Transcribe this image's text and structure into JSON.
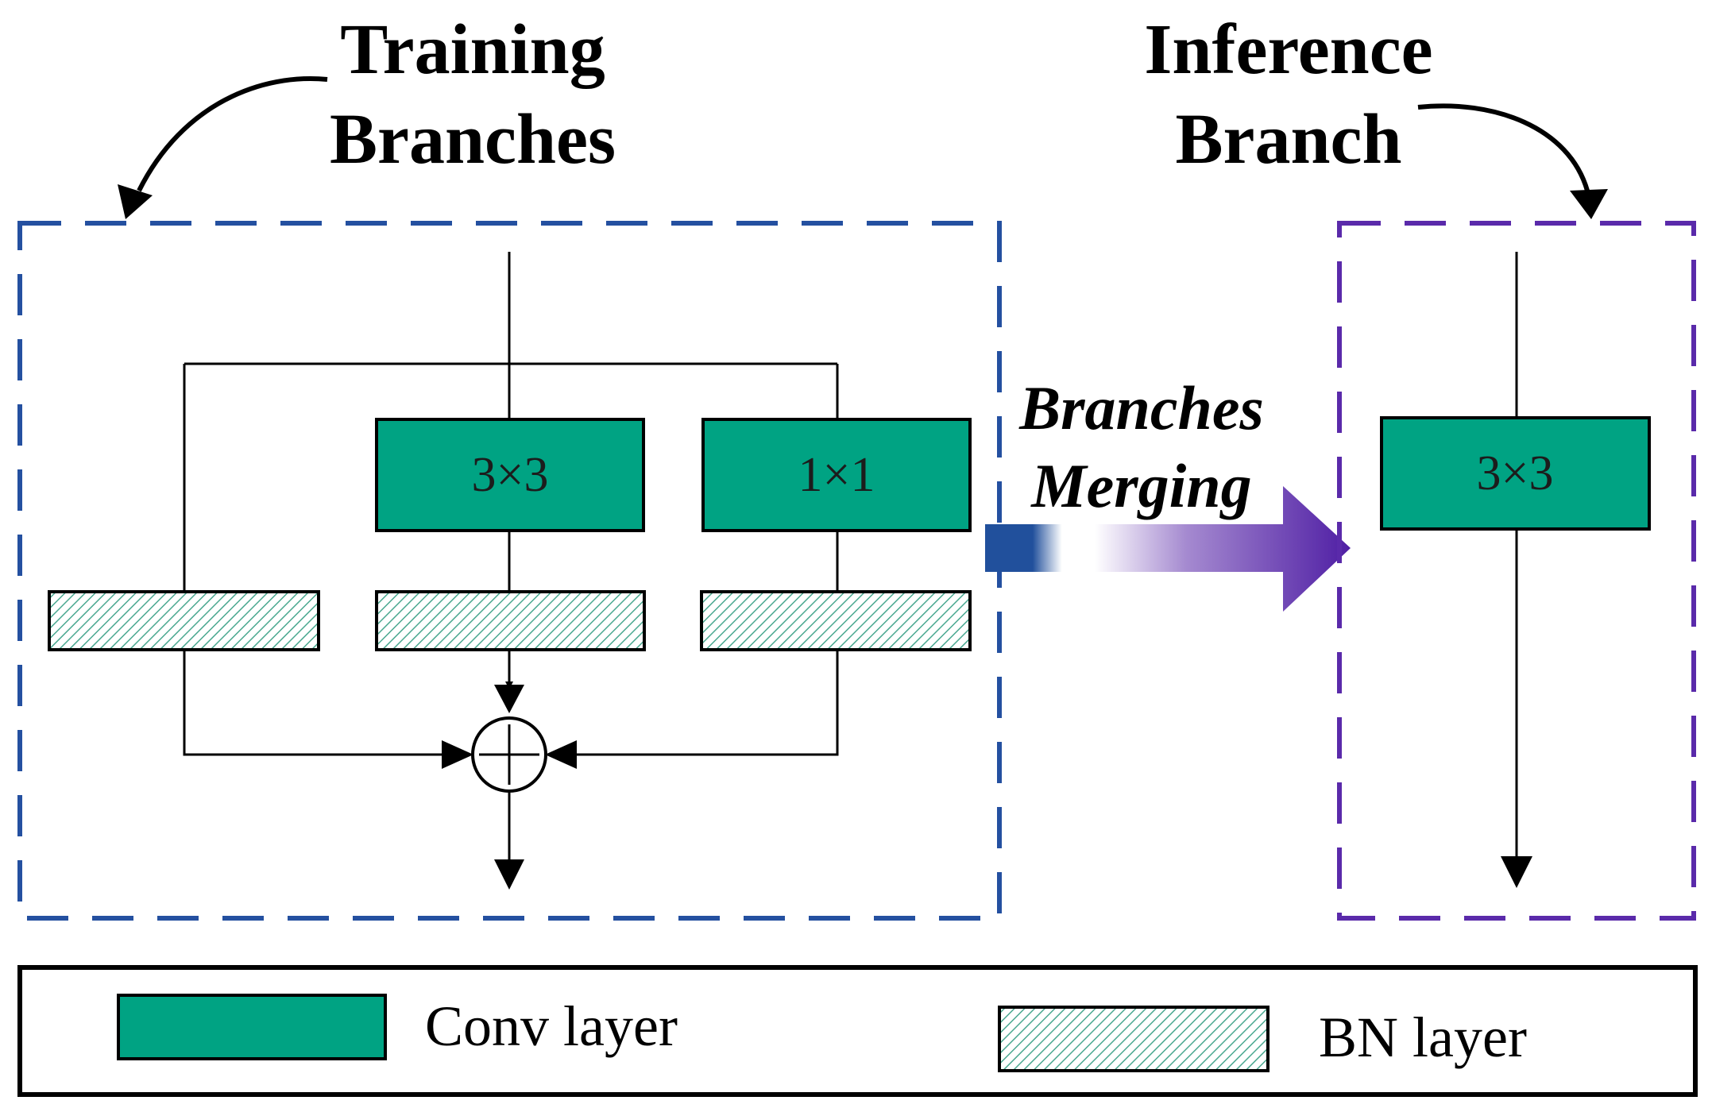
{
  "title": {
    "training_line1": "Training",
    "training_line2": "Branches",
    "inference_line1": "Inference",
    "inference_line2": "Branch"
  },
  "merge_label": {
    "line1": "Branches",
    "line2": "Merging"
  },
  "training_blocks": {
    "conv_3x3": "3×3",
    "conv_1x1": "1×1"
  },
  "inference_blocks": {
    "conv_3x3": "3×3"
  },
  "legend": {
    "conv_label": "Conv layer",
    "bn_label": "BN layer"
  },
  "colors": {
    "conv_fill": "#00a383",
    "bn_hatch": "#4aa890",
    "training_border": "#2450a0",
    "inference_border": "#5a2aaa",
    "arrow_start": "#21509c",
    "arrow_end": "#4f1ea4"
  }
}
